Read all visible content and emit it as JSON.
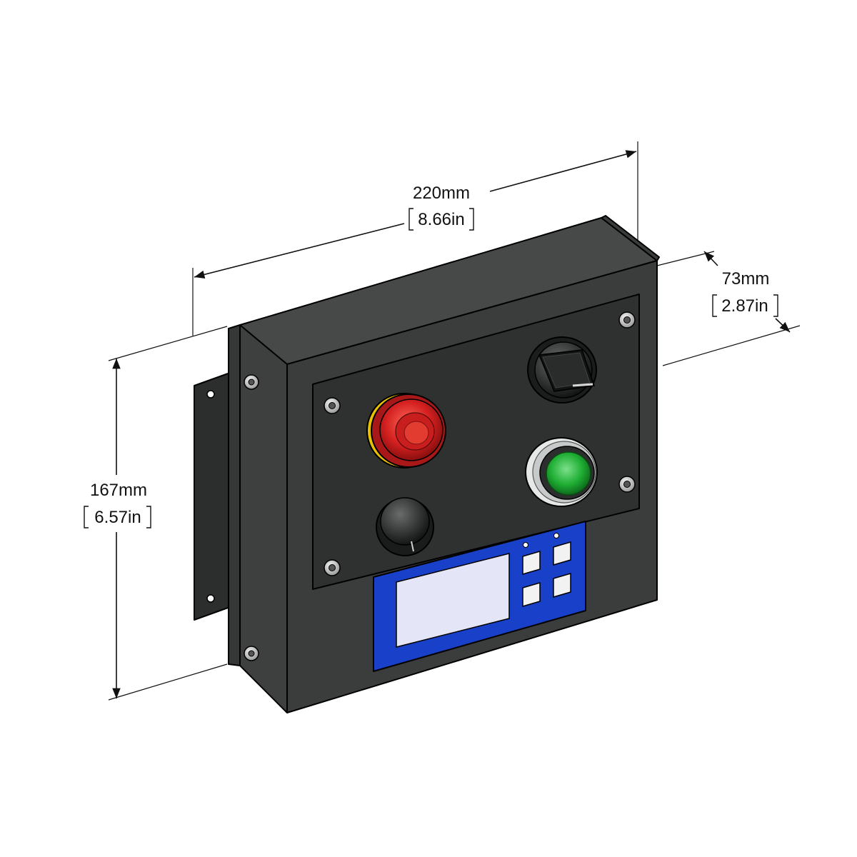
{
  "dimensions": {
    "width": {
      "mm": "220mm",
      "inch": "8.66in"
    },
    "depth": {
      "mm": "73mm",
      "inch": "2.87in"
    },
    "height": {
      "mm": "167mm",
      "inch": "6.57in"
    }
  },
  "colors": {
    "enclosure": "#3b3d3d",
    "faceplate": "#2f3131",
    "estop_red": "#d42020",
    "estop_yellow": "#e8c200",
    "start_green": "#1fae34",
    "hmi_blue": "#1840c8",
    "hmi_screen": "#e4e6f8"
  },
  "components": {
    "emergency_stop": {
      "icon": "emergency-stop-button-icon"
    },
    "selector_switch": {
      "icon": "rotary-selector-switch-icon"
    },
    "start_button": {
      "icon": "green-pushbutton-icon"
    },
    "potentiometer": {
      "icon": "potentiometer-knob-icon"
    },
    "hmi": {
      "icon": "hmi-display-icon",
      "keys": 4
    }
  }
}
